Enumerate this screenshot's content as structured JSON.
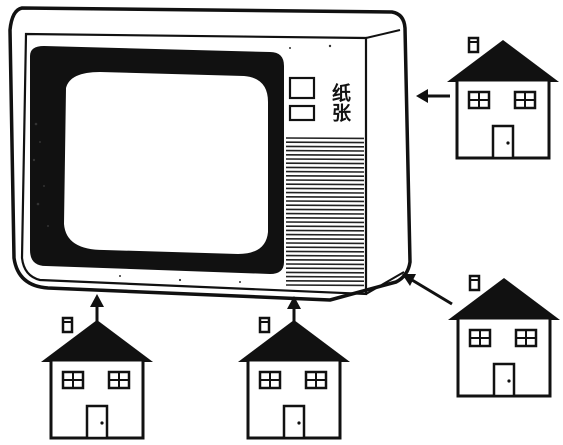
{
  "tv": {
    "panel_label": "纸张"
  },
  "colors": {
    "ink": "#111111",
    "background": "#ffffff"
  },
  "houses": [
    {
      "name": "house-right",
      "arrow_direction": "left"
    },
    {
      "name": "house-lower-right",
      "arrow_direction": "up-left"
    },
    {
      "name": "house-bottom-left",
      "arrow_direction": "up"
    },
    {
      "name": "house-bottom-center",
      "arrow_direction": "up"
    }
  ]
}
